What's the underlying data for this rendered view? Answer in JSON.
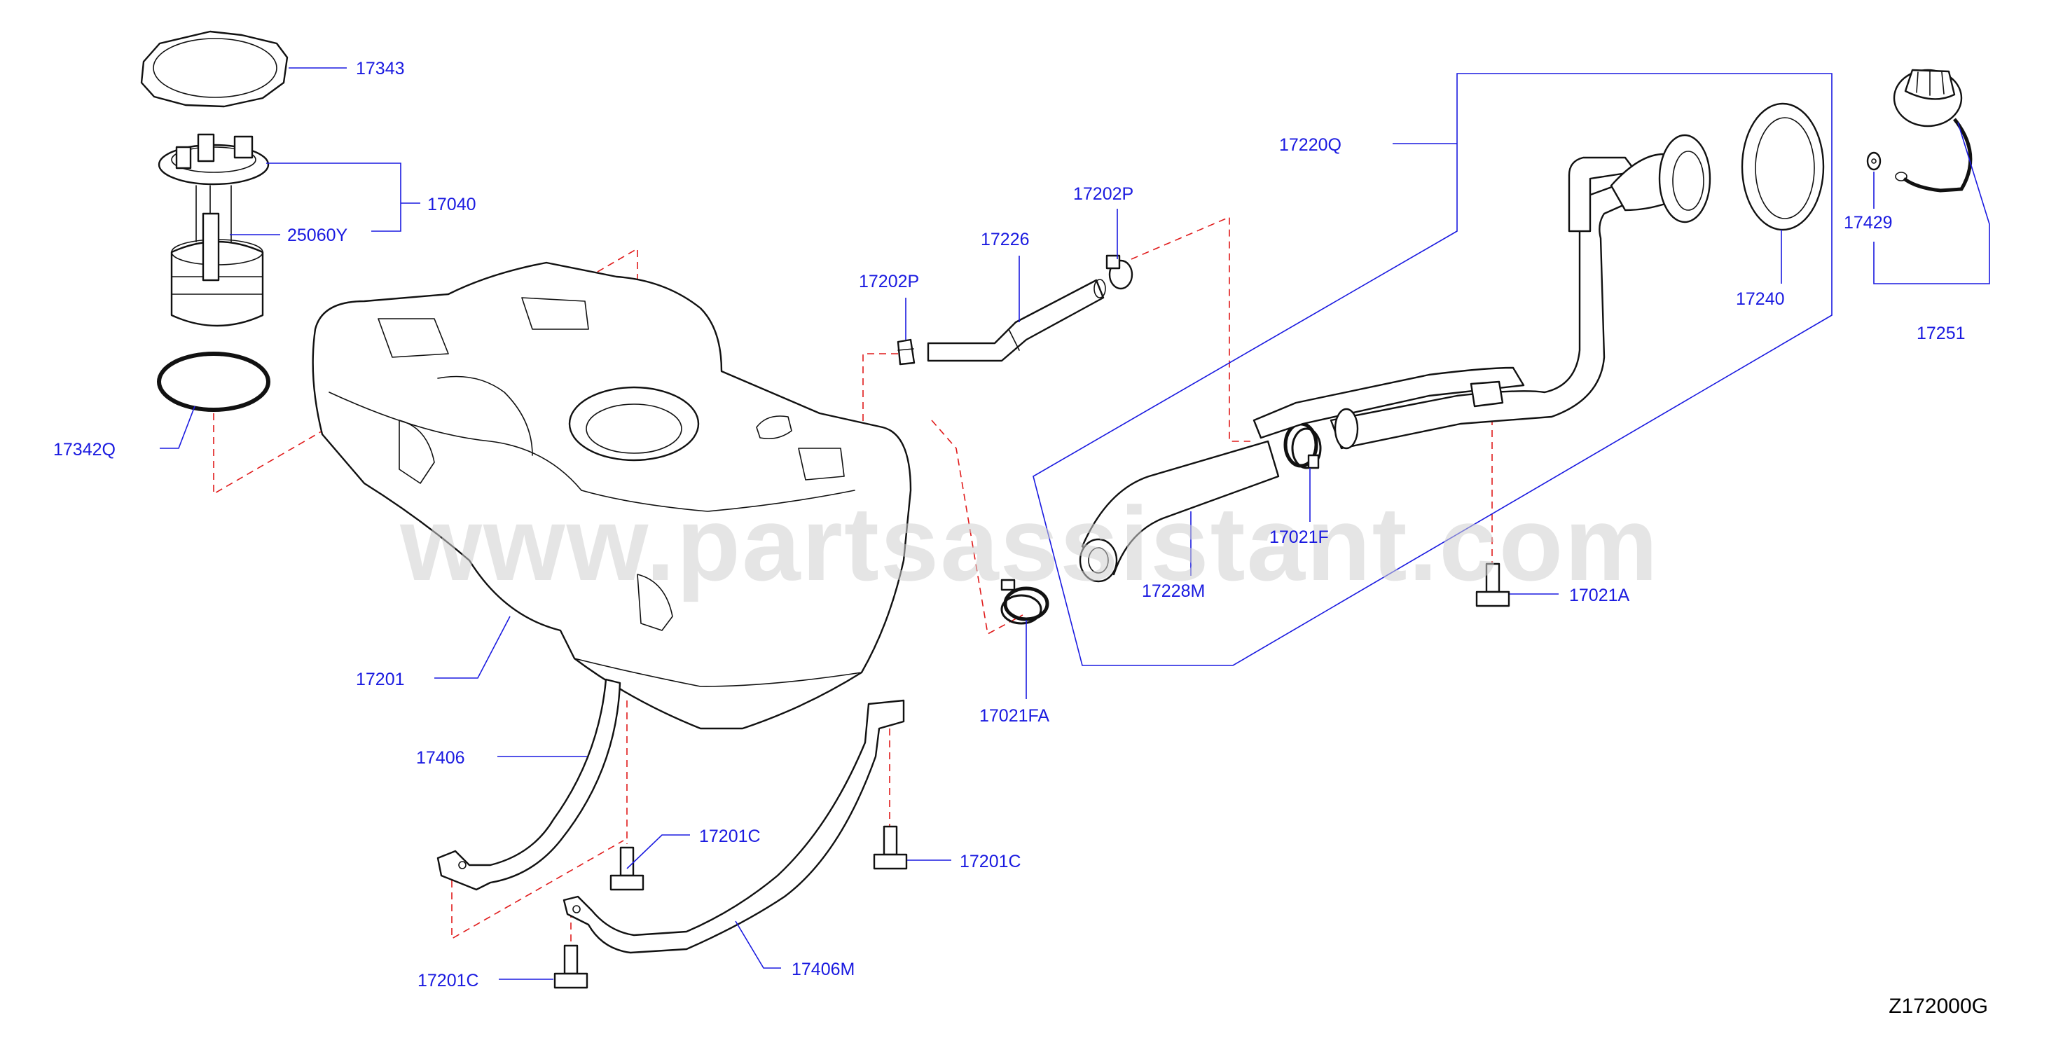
{
  "watermark": "www.partsassistant.com",
  "diagram_code": "Z172000G",
  "parts": {
    "p17343": "17343",
    "p17040": "17040",
    "p25060y": "25060Y",
    "p17342q": "17342Q",
    "p17201": "17201",
    "p17406": "17406",
    "p17201c_a": "17201C",
    "p17201c_b": "17201C",
    "p17201c_c": "17201C",
    "p17406m": "17406M",
    "p17202p_a": "17202P",
    "p17226": "17226",
    "p17202p_b": "17202P",
    "p17021fa": "17021FA",
    "p17228m": "17228M",
    "p17021f": "17021F",
    "p17220q": "17220Q",
    "p17021a": "17021A",
    "p17240": "17240",
    "p17429": "17429",
    "p17251": "17251"
  },
  "colors": {
    "label": "#1a1ae0",
    "leader": "#1a1ae0",
    "dash": "#e01a1a",
    "outline": "#111111",
    "watermark": "#cfcfcf"
  }
}
